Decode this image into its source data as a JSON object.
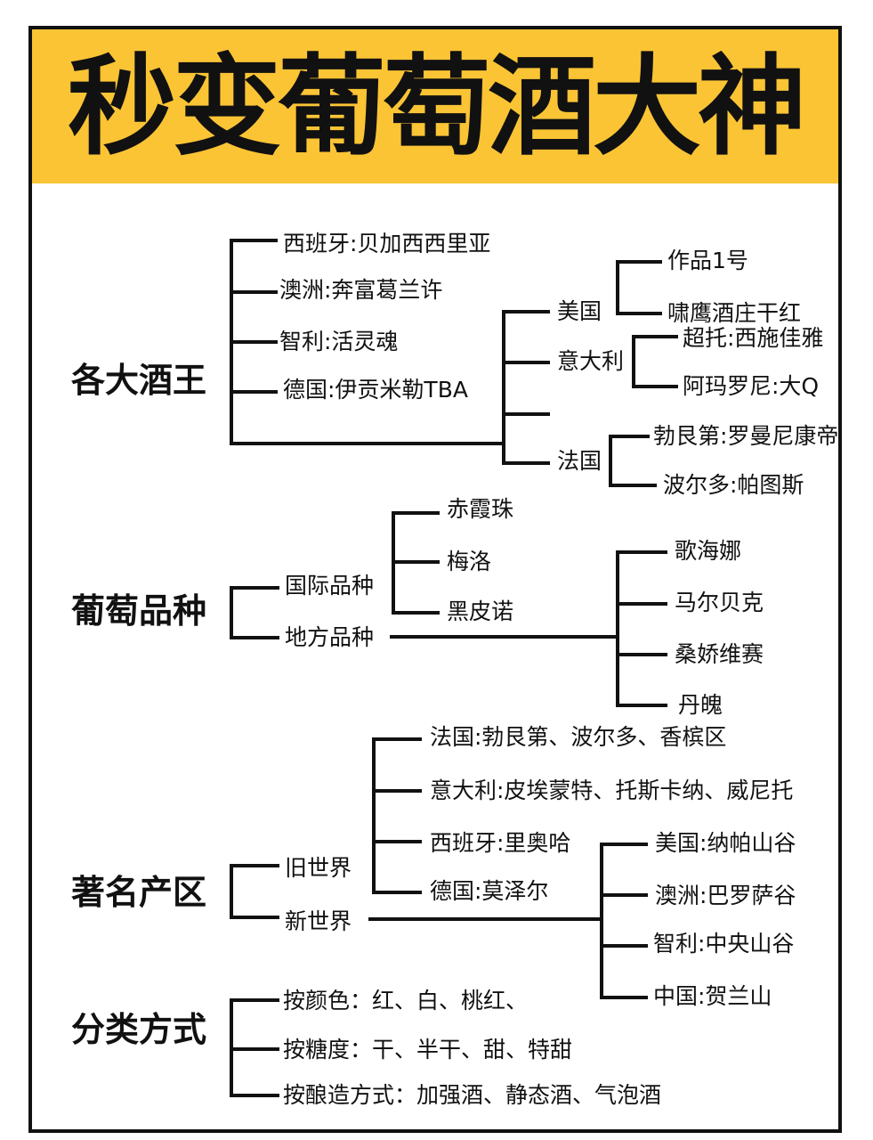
{
  "title": "秒变葡萄酒大神",
  "colors": {
    "banner": "#fbc435",
    "line": "#111111"
  },
  "sections": {
    "wine_kings": {
      "label": "各大酒王",
      "items": [
        "西班牙:贝加西西里亚",
        "澳洲:奔富葛兰许",
        "智利:活灵魂",
        "德国:伊贡米勒TBA"
      ],
      "countries": [
        {
          "name": "美国",
          "items": [
            "作品1号",
            "啸鹰酒庄干红"
          ]
        },
        {
          "name": "意大利",
          "items": [
            "超托:西施佳雅",
            "阿玛罗尼:大Q"
          ]
        },
        {
          "name": "法国",
          "items": [
            "勃艮第:罗曼尼康帝",
            "波尔多:帕图斯"
          ]
        }
      ]
    },
    "grape_varieties": {
      "label": "葡萄品种",
      "international": {
        "name": "国际品种",
        "items": [
          "赤霞珠",
          "梅洛",
          "黑皮诺"
        ]
      },
      "local": {
        "name": "地方品种",
        "items": [
          "歌海娜",
          "马尔贝克",
          "桑娇维赛",
          "丹魄"
        ]
      }
    },
    "famous_regions": {
      "label": "著名产区",
      "old_world": {
        "name": "旧世界",
        "items": [
          "法国:勃艮第、波尔多、香槟区",
          "意大利:皮埃蒙特、托斯卡纳、威尼托",
          "西班牙:里奥哈",
          "德国:莫泽尔"
        ]
      },
      "new_world": {
        "name": "新世界",
        "items": [
          "美国:纳帕山谷",
          "澳洲:巴罗萨谷",
          "智利:中央山谷",
          "中国:贺兰山"
        ]
      }
    },
    "classification": {
      "label": "分类方式",
      "items": [
        "按颜色：红、白、桃红、",
        "按糖度：干、半干、甜、特甜",
        "按酿造方式：加强酒、静态酒、气泡酒"
      ]
    }
  }
}
